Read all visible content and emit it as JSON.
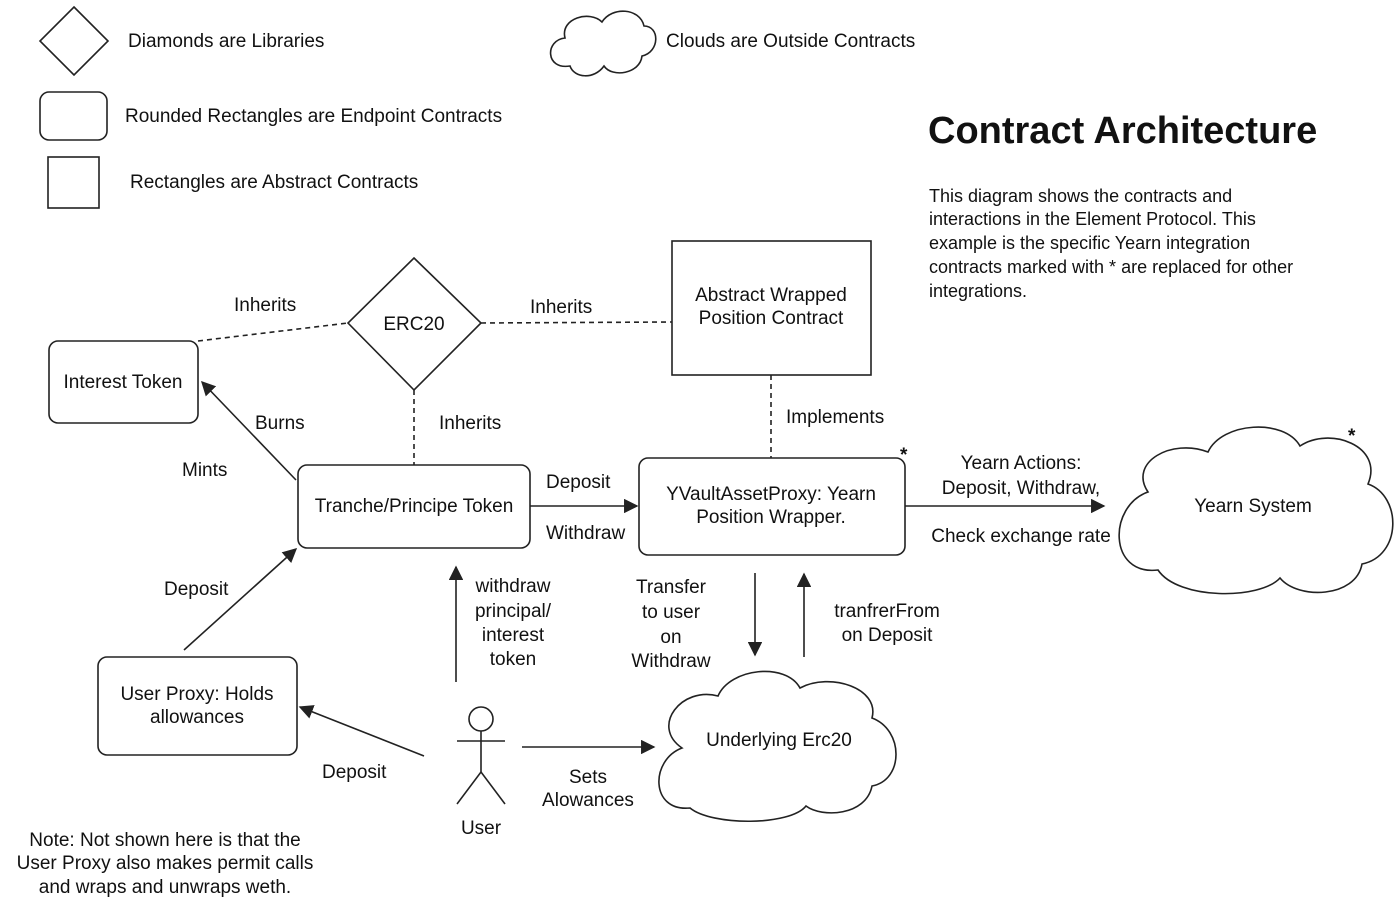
{
  "legend": {
    "diamond": "Diamonds are Libraries",
    "cloud": "Clouds are Outside Contracts",
    "rounded": "Rounded Rectangles are Endpoint Contracts",
    "rect": "Rectangles are Abstract Contracts"
  },
  "title": "Contract Architecture",
  "description": [
    "This diagram shows the contracts and",
    "interactions in the Element Protocol. This",
    "example is the specific Yearn integration",
    "contracts marked with * are replaced for other",
    "integrations."
  ],
  "nodes": {
    "erc20": "ERC20",
    "abstract_wrapped": [
      "Abstract Wrapped",
      "Position Contract"
    ],
    "interest_token": "Interest Token",
    "tranche": "Tranche/Principe Token",
    "yvault": [
      "YVaultAssetProxy: Yearn",
      "Position Wrapper."
    ],
    "yearn_system": "Yearn System",
    "user_proxy": [
      "User Proxy: Holds",
      "allowances"
    ],
    "underlying": "Underlying Erc20",
    "user": "User"
  },
  "edge_labels": {
    "inherits_left": "Inherits",
    "inherits_right": "Inherits",
    "inherits_down": "Inherits",
    "implements": "Implements",
    "burns": "Burns",
    "mints": "Mints",
    "deposit_tranche": "Deposit",
    "withdraw_tranche": "Withdraw",
    "yearn_actions": [
      "Yearn Actions:",
      "Deposit, Withdraw,"
    ],
    "check_rate": "Check exchange rate",
    "deposit_proxy": "Deposit",
    "withdraw_principal": [
      "withdraw",
      "principal/",
      "interest",
      "token"
    ],
    "transfer_user": [
      "Transfer",
      "to user",
      "on",
      "Withdraw"
    ],
    "transfer_from": [
      "tranfrerFrom",
      "on Deposit"
    ],
    "deposit_user": "Deposit",
    "sets_allowances": [
      "Sets",
      "Alowances"
    ]
  },
  "stars": [
    "*",
    "*"
  ],
  "note": [
    "Note: Not shown here is that the",
    "User Proxy also makes permit calls",
    "and wraps and unwraps weth."
  ]
}
